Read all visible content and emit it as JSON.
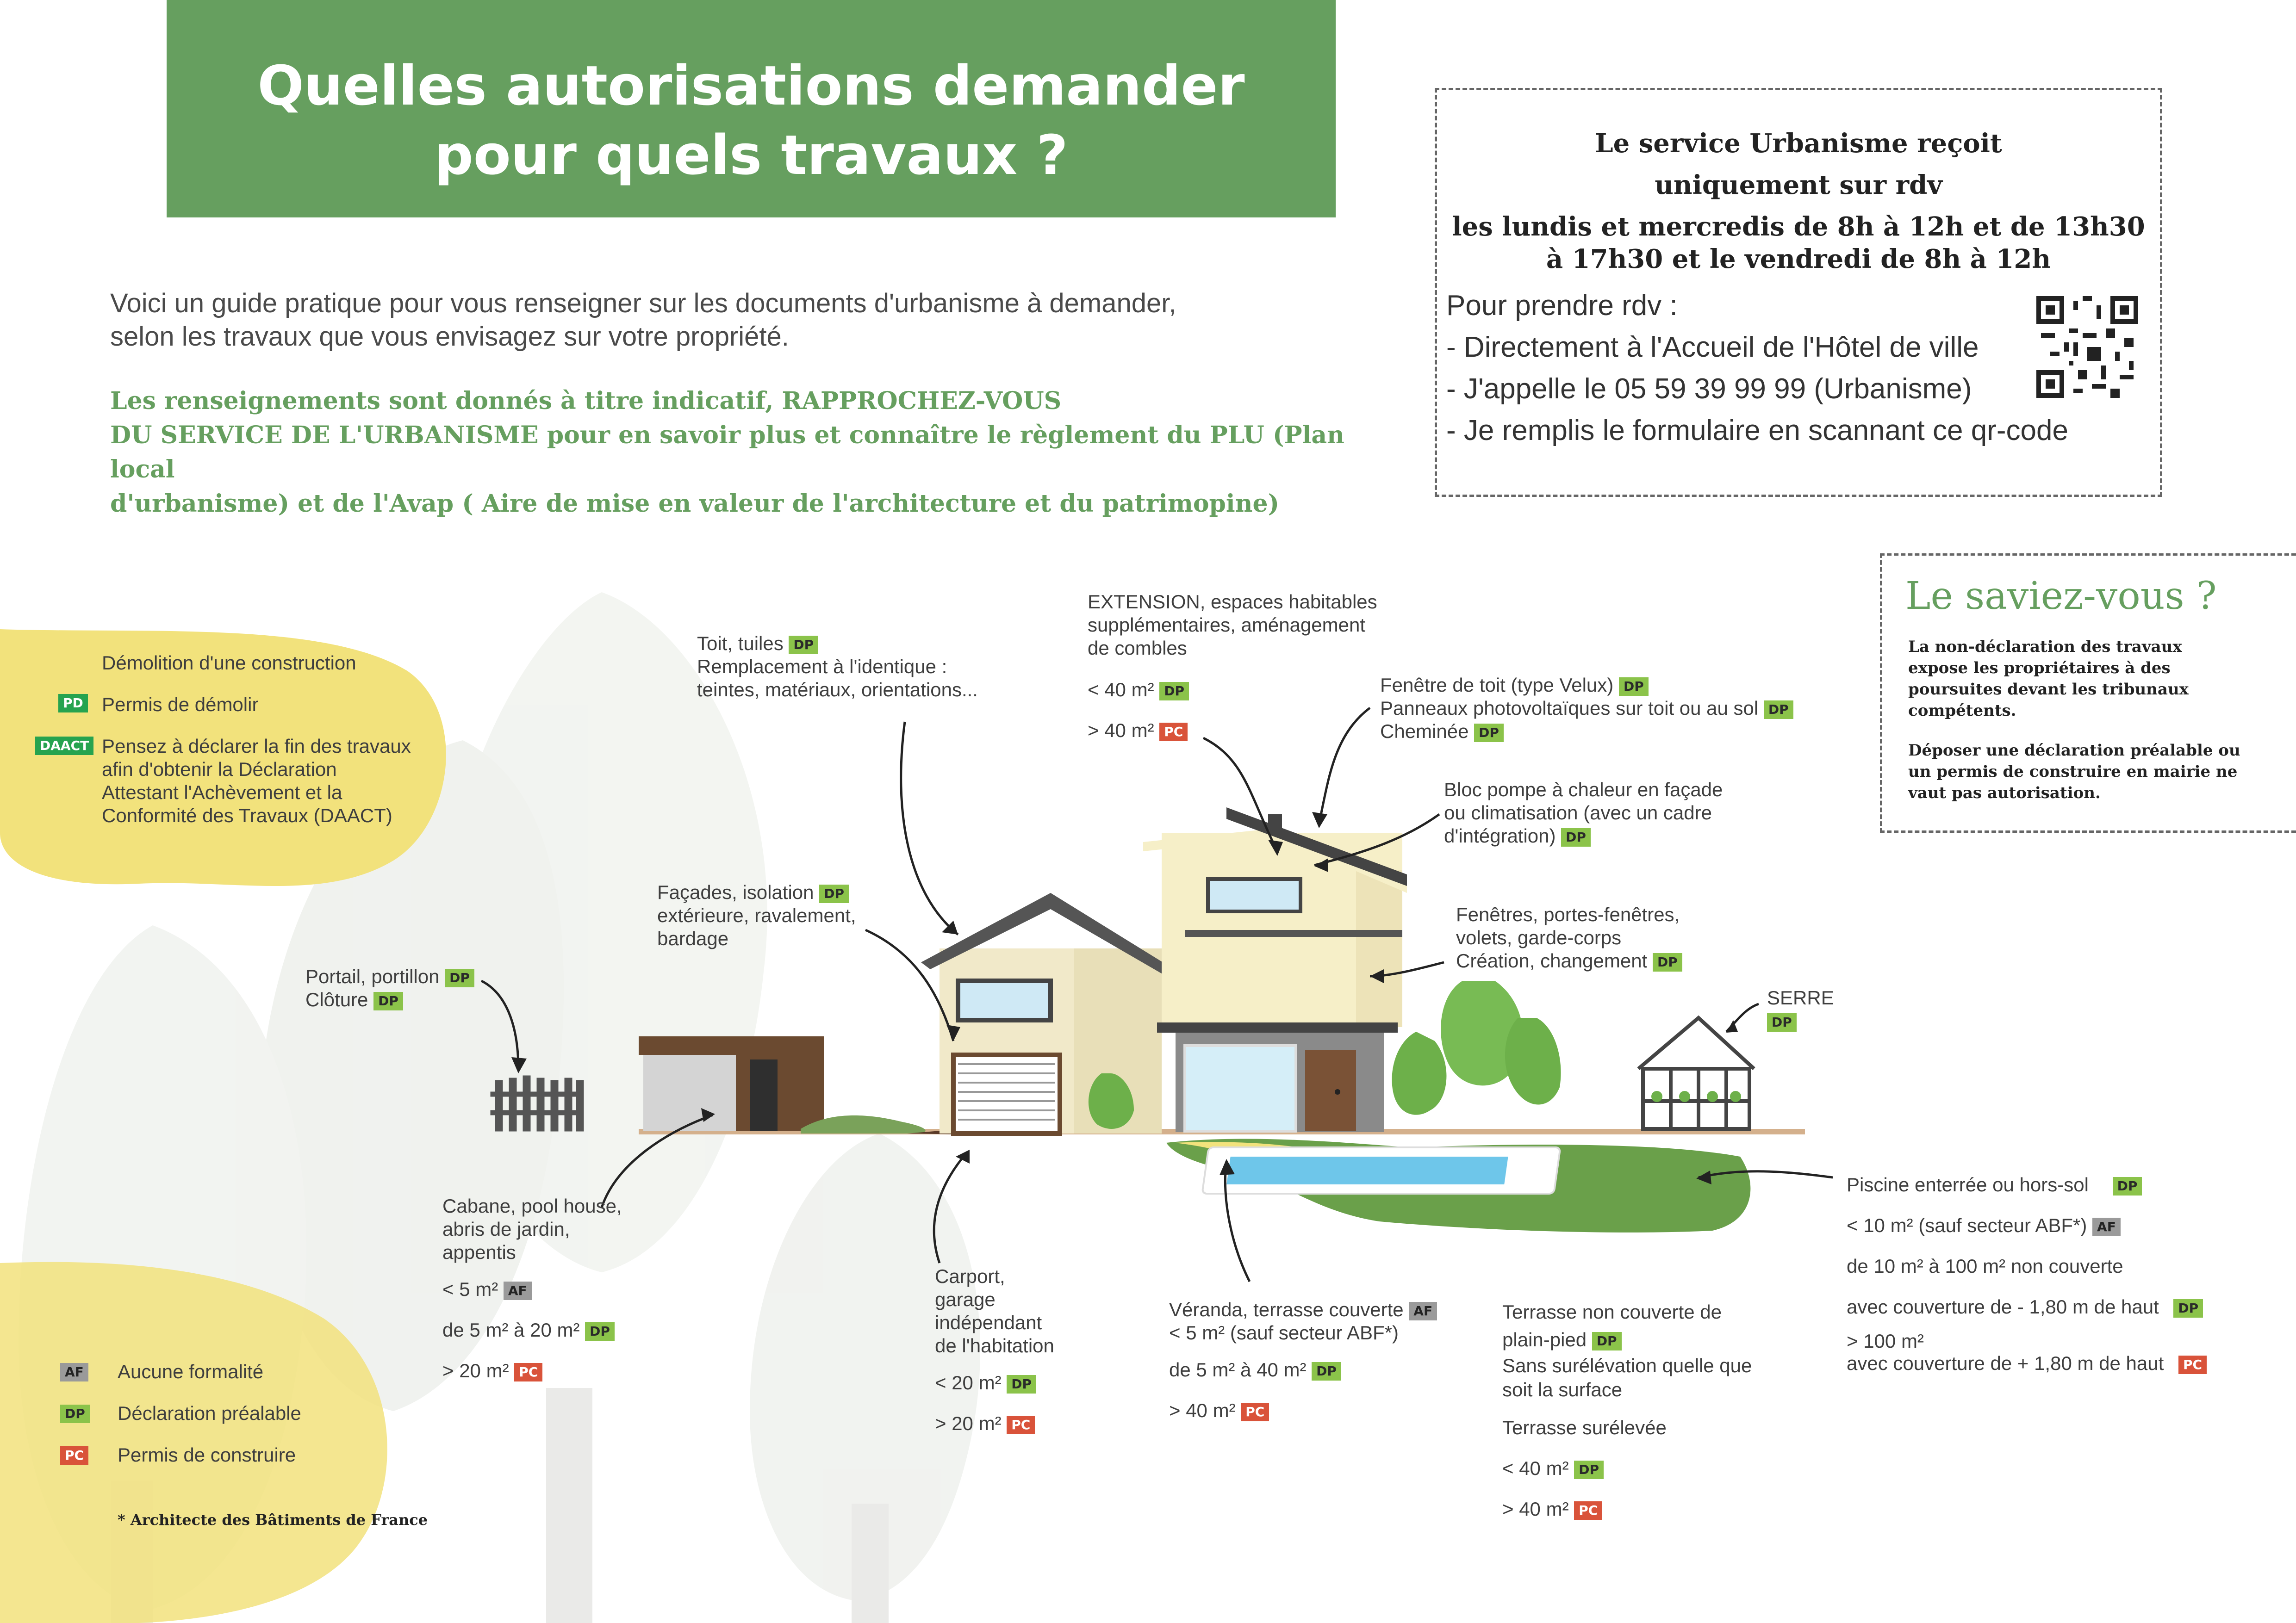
{
  "title": {
    "line1": "Quelles autorisations demander",
    "line2": "pour quels travaux ?"
  },
  "intro": {
    "line1": "Voici un guide pratique pour vous renseigner sur les documents d'urbanisme à demander,",
    "line2": "selon les travaux que vous envisagez sur votre propriété."
  },
  "note": {
    "line1": "Les renseignements sont donnés à titre indicatif, RAPPROCHEZ-VOUS",
    "line2": "DU SERVICE DE L'URBANISME pour en savoir plus et connaître le règlement du PLU (Plan local",
    "line3": "d'urbanisme) et de l'Avap ( Aire de mise en valeur de l'architecture et du patrimopine)"
  },
  "rdv": {
    "h1": "Le service Urbanisme reçoit",
    "h2": "uniquement sur rdv",
    "h3": "les lundis et mercredis de 8h à 12h et de 13h30",
    "h4": "à 17h30 et le vendredi de 8h à 12h",
    "l1": "Pour prendre rdv :",
    "l2": "- Directement à l'Accueil de l'Hôtel de ville",
    "l3": "- J'appelle le 05 59 39 99 99 (Urbanisme)",
    "l4": "- Je remplis le formulaire en scannant ce qr-code"
  },
  "saviez": {
    "title": "Le saviez-vous ?",
    "p1": "La non-déclaration des travaux expose les propriétaires à des poursuites devant les tribunaux compétents.",
    "p2": "Déposer une déclaration préalable ou un permis de construire en mairie ne vaut pas autorisation."
  },
  "tags": {
    "dp": "DP",
    "pc": "PC",
    "af": "AF",
    "pd": "PD",
    "daact": "DAACT"
  },
  "demolition": {
    "title": "Démolition d'une construction",
    "pd": "Permis de démolir",
    "d1": "Pensez à déclarer la fin des travaux",
    "d2": "afin d'obtenir la Déclaration",
    "d3": "Attestant l'Achèvement et la",
    "d4": "Conformité des Travaux (DAACT)"
  },
  "labels": {
    "toit": "Toit, tuiles",
    "toit2": "Remplacement à l'identique :",
    "toit3": "teintes, matériaux, orientations...",
    "ext1": "EXTENSION, espaces habitables",
    "ext2": "supplémentaires, aménagement",
    "ext3": "de combles",
    "ext_lt": "< 40 m²",
    "ext_gt": "> 40 m²",
    "fen1": "Fenêtre de toit (type Velux)",
    "fen2": "Panneaux photovoltaïques sur toit ou au sol",
    "fen3": "Cheminée",
    "pac1": "Bloc pompe à chaleur en façade",
    "pac2": "ou climatisation (avec un cadre",
    "pac3": "d'intégration)",
    "fac1": "Façades, isolation",
    "fac2": "extérieure, ravalement,",
    "fac3": "bardage",
    "fp1": "Fenêtres, portes-fenêtres,",
    "fp2": "volets, garde-corps",
    "fp3": "Création, changement",
    "portail": "Portail, portillon",
    "cloture": "Clôture",
    "serre": "SERRE",
    "cab1": "Cabane, pool house,",
    "cab2": "abris de jardin,",
    "cab3": "appentis",
    "cab_a": "< 5 m²",
    "cab_b": "de 5 m² à 20 m²",
    "cab_c": "> 20 m²",
    "car1": "Carport,",
    "car2": "garage",
    "car3": "indépendant",
    "car4": "de l'habitation",
    "car_a": "< 20 m²",
    "car_b": "> 20 m²",
    "ver1": "Véranda, terrasse couverte",
    "ver2": "< 5 m² (sauf secteur ABF*)",
    "ver_b": "de 5 m² à 40 m²",
    "ver_c": "> 40 m²",
    "ter1": "Terrasse non couverte de",
    "ter2": "plain-pied",
    "ter3": "Sans surélévation quelle que",
    "ter4": "soit la surface",
    "ter5": "Terrasse surélevée",
    "ter_a": "< 40 m²",
    "ter_b": "> 40 m²",
    "pis1": "Piscine enterrée ou hors-sol",
    "pis2": "< 10 m² (sauf secteur ABF*)",
    "pis3": "de 10 m² à 100 m² non couverte",
    "pis4": "avec couverture de - 1,80 m de haut",
    "pis5": "> 100 m²",
    "pis6": "avec couverture de + 1,80 m de haut"
  },
  "legend": {
    "af": "Aucune formalité",
    "dp": "Déclaration préalable",
    "pc": "Permis de construire",
    "footnote": "* Architecte des Bâtiments de France"
  },
  "colors": {
    "green": "#669f5f",
    "dp": "#8bc34a",
    "pc": "#d9533a",
    "af": "#9a9a9a",
    "yellow": "#f2e27c"
  }
}
